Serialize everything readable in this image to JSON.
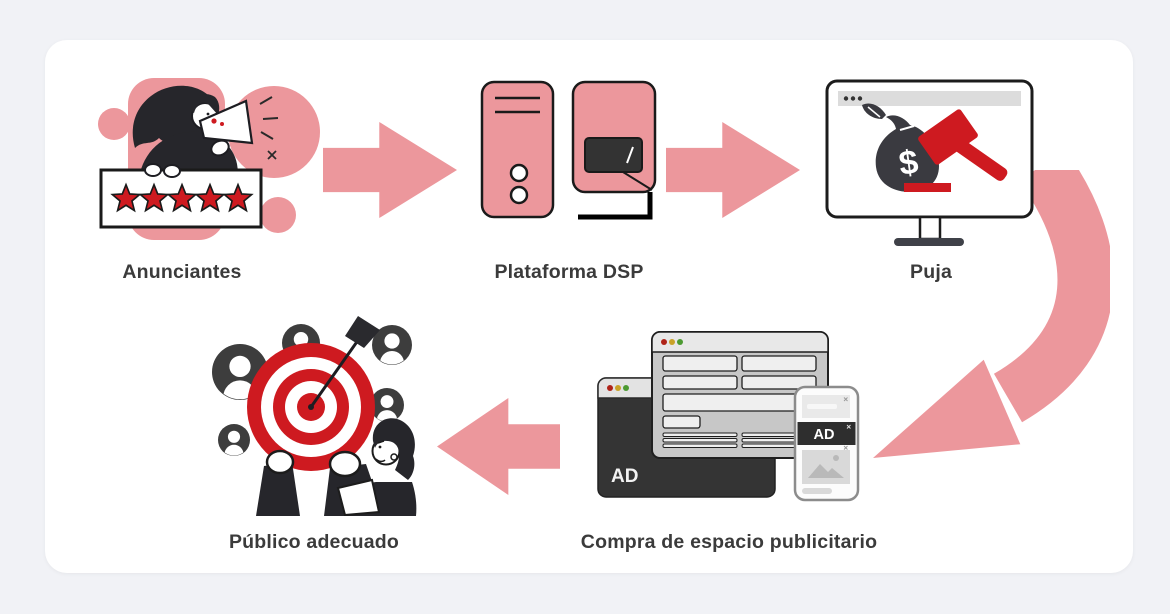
{
  "diagram": {
    "colors": {
      "accent_pink": "#EC979C",
      "accent_red": "#CE1A20",
      "dark_ink": "#26262B",
      "window_dark": "#343434",
      "avatar_gray": "#3D3D3D",
      "label_ink": "#3B3B3B",
      "page_bg": "#F1F2F6",
      "card_bg": "#FFFFFF"
    },
    "steps": [
      {
        "id": "anunciantes",
        "label": "Anunciantes",
        "icon": "advertiser-woman-megaphone-five-star-rating"
      },
      {
        "id": "plataforma-dsp",
        "label": "Plataforma DSP",
        "icon": "server-towers"
      },
      {
        "id": "puja",
        "label": "Puja",
        "icon": "monitor-money-bag-auction-gavel"
      },
      {
        "id": "compra",
        "label": "Compra de espacio publicitario",
        "icon": "browser-windows-and-phone-with-ads"
      },
      {
        "id": "publico",
        "label": "Público adecuado",
        "icon": "bullseye-target-audience-avatars"
      }
    ],
    "illustration_text": {
      "window_ad_badge": "AD",
      "phone_ad_badge": "AD",
      "money_bag_symbol": "$",
      "rating_stars": 5
    }
  }
}
